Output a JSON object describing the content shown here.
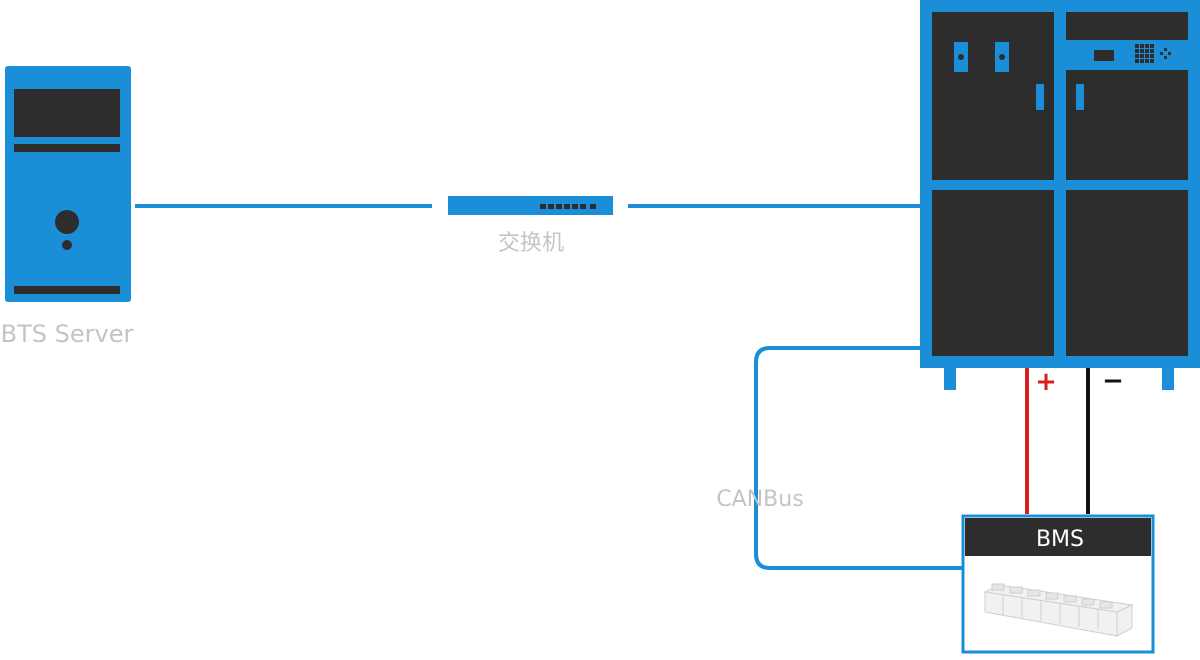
{
  "diagram": {
    "server": {
      "label": "BTS Server"
    },
    "switch": {
      "label": "交换机"
    },
    "canbus": {
      "label": "CANBus"
    },
    "bms": {
      "label": "BMS"
    },
    "terminals": {
      "positive": "+",
      "negative": "−"
    }
  },
  "colors": {
    "accent": "#1a8fd8",
    "panel": "#2d2d2d",
    "label": "#c4c4c4",
    "positive_wire": "#d81e1e",
    "negative_wire": "#111111"
  }
}
